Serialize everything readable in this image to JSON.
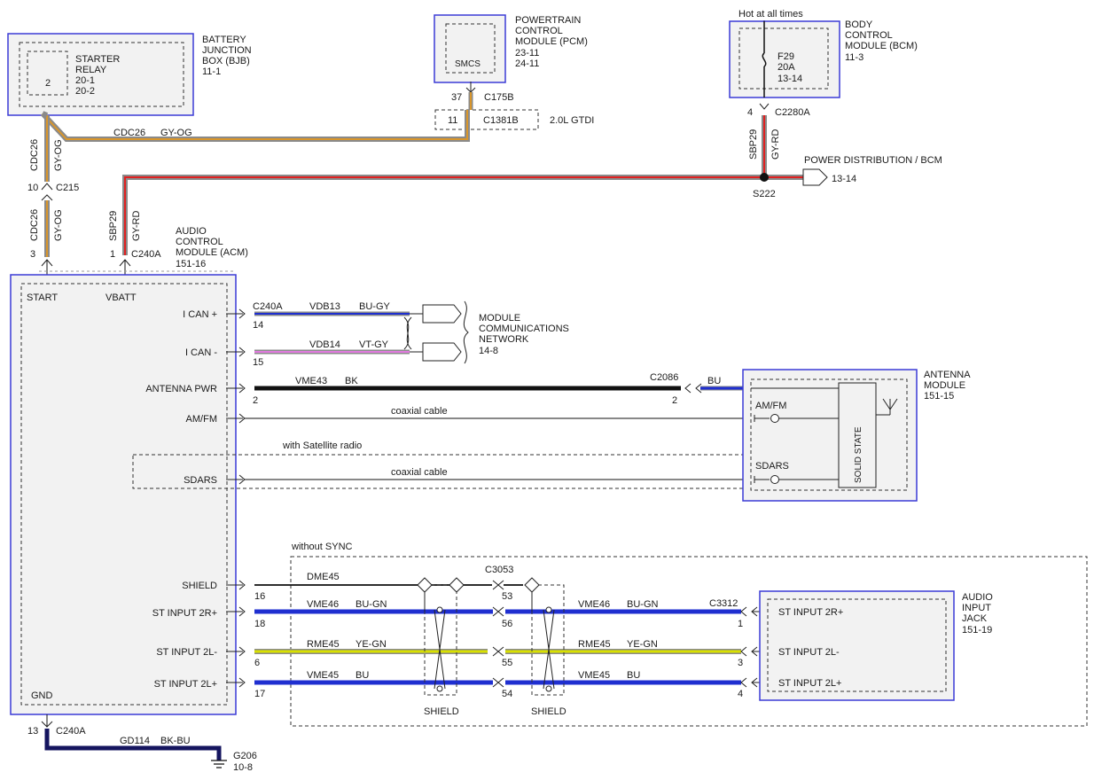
{
  "modules": {
    "bjb": {
      "name": [
        "BATTERY",
        "JUNCTION",
        "BOX (BJB)"
      ],
      "page": "11-1"
    },
    "starter_relay": {
      "name": [
        "STARTER",
        "RELAY"
      ],
      "pin": "2",
      "refs": [
        "20-1",
        "20-2"
      ]
    },
    "pcm": {
      "name": [
        "POWERTRAIN",
        "CONTROL",
        "MODULE (PCM)"
      ],
      "refs": [
        "23-11",
        "24-11"
      ],
      "inner": "SMCS"
    },
    "bcm": {
      "name": [
        "BODY",
        "CONTROL",
        "MODULE (BCM)"
      ],
      "page": "11-3"
    },
    "fuse": {
      "id": "F29",
      "rating": "20A",
      "ref": "13-14"
    },
    "acm": {
      "name": [
        "AUDIO",
        "CONTROL",
        "MODULE (ACM)"
      ],
      "page": "151-16"
    },
    "antenna": {
      "name": [
        "ANTENNA",
        "MODULE"
      ],
      "page": "151-15",
      "solid_state": "SOLID STATE",
      "amfm": "AM/FM",
      "sdars": "SDARS"
    },
    "jack": {
      "name": [
        "AUDIO",
        "INPUT",
        "JACK"
      ],
      "page": "151-19",
      "pins": [
        "ST INPUT 2R+",
        "ST INPUT 2L-",
        "ST INPUT 2L+"
      ]
    },
    "mcn": {
      "name": [
        "MODULE",
        "COMMUNICATIONS",
        "NETWORK"
      ],
      "page": "14-8"
    }
  },
  "labels": {
    "hot_at_all_times": "Hot at all times",
    "gtdi": "2.0L GTDI",
    "power_distribution": "POWER DISTRIBUTION / BCM",
    "power_distribution_page": "13-14",
    "with_satellite": "with Satellite radio",
    "without_sync": "without SYNC",
    "coaxial": "coaxial cable",
    "shield": "SHIELD"
  },
  "connectors": {
    "c175b": "C175B",
    "c175b_pin": "37",
    "c1381b": "C1381B",
    "c1381b_pin": "11",
    "c2280a": "C2280A",
    "c2280a_pin": "4",
    "c215": "C215",
    "c215_pin": "10",
    "c240a": "C240A",
    "c240a_pin_start": "3",
    "c240a_pin_vbatt": "1",
    "c240a_pin_gnd": "13",
    "c2086": "C2086",
    "c2086_pin": "2",
    "c3053": "C3053",
    "c3312": "C3312",
    "s222": "S222",
    "g206": "G206",
    "g206_page": "10-8"
  },
  "acm_pins": {
    "start": "START",
    "vbatt": "VBATT",
    "gnd": "GND",
    "ican_p": "I CAN +",
    "ican_n": "I CAN -",
    "antenna_pwr": "ANTENNA PWR",
    "amfm": "AM/FM",
    "sdars": "SDARS",
    "shield": "SHIELD",
    "st2r": "ST INPUT 2R+",
    "st2lm": "ST INPUT 2L-",
    "st2lp": "ST INPUT 2L+"
  },
  "wires": {
    "cdc26_top": {
      "circuit": "CDC26",
      "color": "GY-OG"
    },
    "cdc26_v1": {
      "circuit": "CDC26",
      "color": "GY-OG"
    },
    "cdc26_v2": {
      "circuit": "CDC26",
      "color": "GY-OG"
    },
    "sbp29_bcm": {
      "circuit": "SBP29",
      "color": "GY-RD"
    },
    "sbp29_acm": {
      "circuit": "SBP29",
      "color": "GY-RD"
    },
    "vdb13": {
      "circuit": "VDB13",
      "color": "BU-GY",
      "pin": "14"
    },
    "vdb14": {
      "circuit": "VDB14",
      "color": "VT-GY",
      "pin": "15"
    },
    "vme43": {
      "circuit": "VME43",
      "color": "BK",
      "pin": "2"
    },
    "ant_bu": {
      "color": "BU"
    },
    "dme45": {
      "circuit": "DME45",
      "pin_acm": "16",
      "pin_c3053": "53"
    },
    "vme46_a": {
      "circuit": "VME46",
      "color": "BU-GN",
      "pin": "18"
    },
    "rme45_a": {
      "circuit": "RME45",
      "color": "YE-GN",
      "pin": "6"
    },
    "vme45_a": {
      "circuit": "VME45",
      "color": "BU",
      "pin": "17"
    },
    "vme46_b": {
      "circuit": "VME46",
      "color": "BU-GN",
      "pin_c3053": "56",
      "pin_c3312": "1"
    },
    "rme45_b": {
      "circuit": "RME45",
      "color": "YE-GN",
      "pin_c3053": "55",
      "pin_c3312": "3"
    },
    "vme45_b": {
      "circuit": "VME45",
      "color": "BU",
      "pin_c3053": "54",
      "pin_c3312": "4"
    },
    "gd114": {
      "circuit": "GD114",
      "color": "BK-BU"
    }
  },
  "colors": {
    "module_border": "#3b3bd6",
    "module_fill": "#f2f2f2",
    "gray": "#8a8a8a",
    "orange": "#d9962b",
    "red": "#e02020",
    "blue": "#1f2fd0",
    "violet": "#e27be0",
    "yellow": "#d8e000",
    "green": "#4caa3c",
    "black": "#111111",
    "navy": "#15155f"
  }
}
